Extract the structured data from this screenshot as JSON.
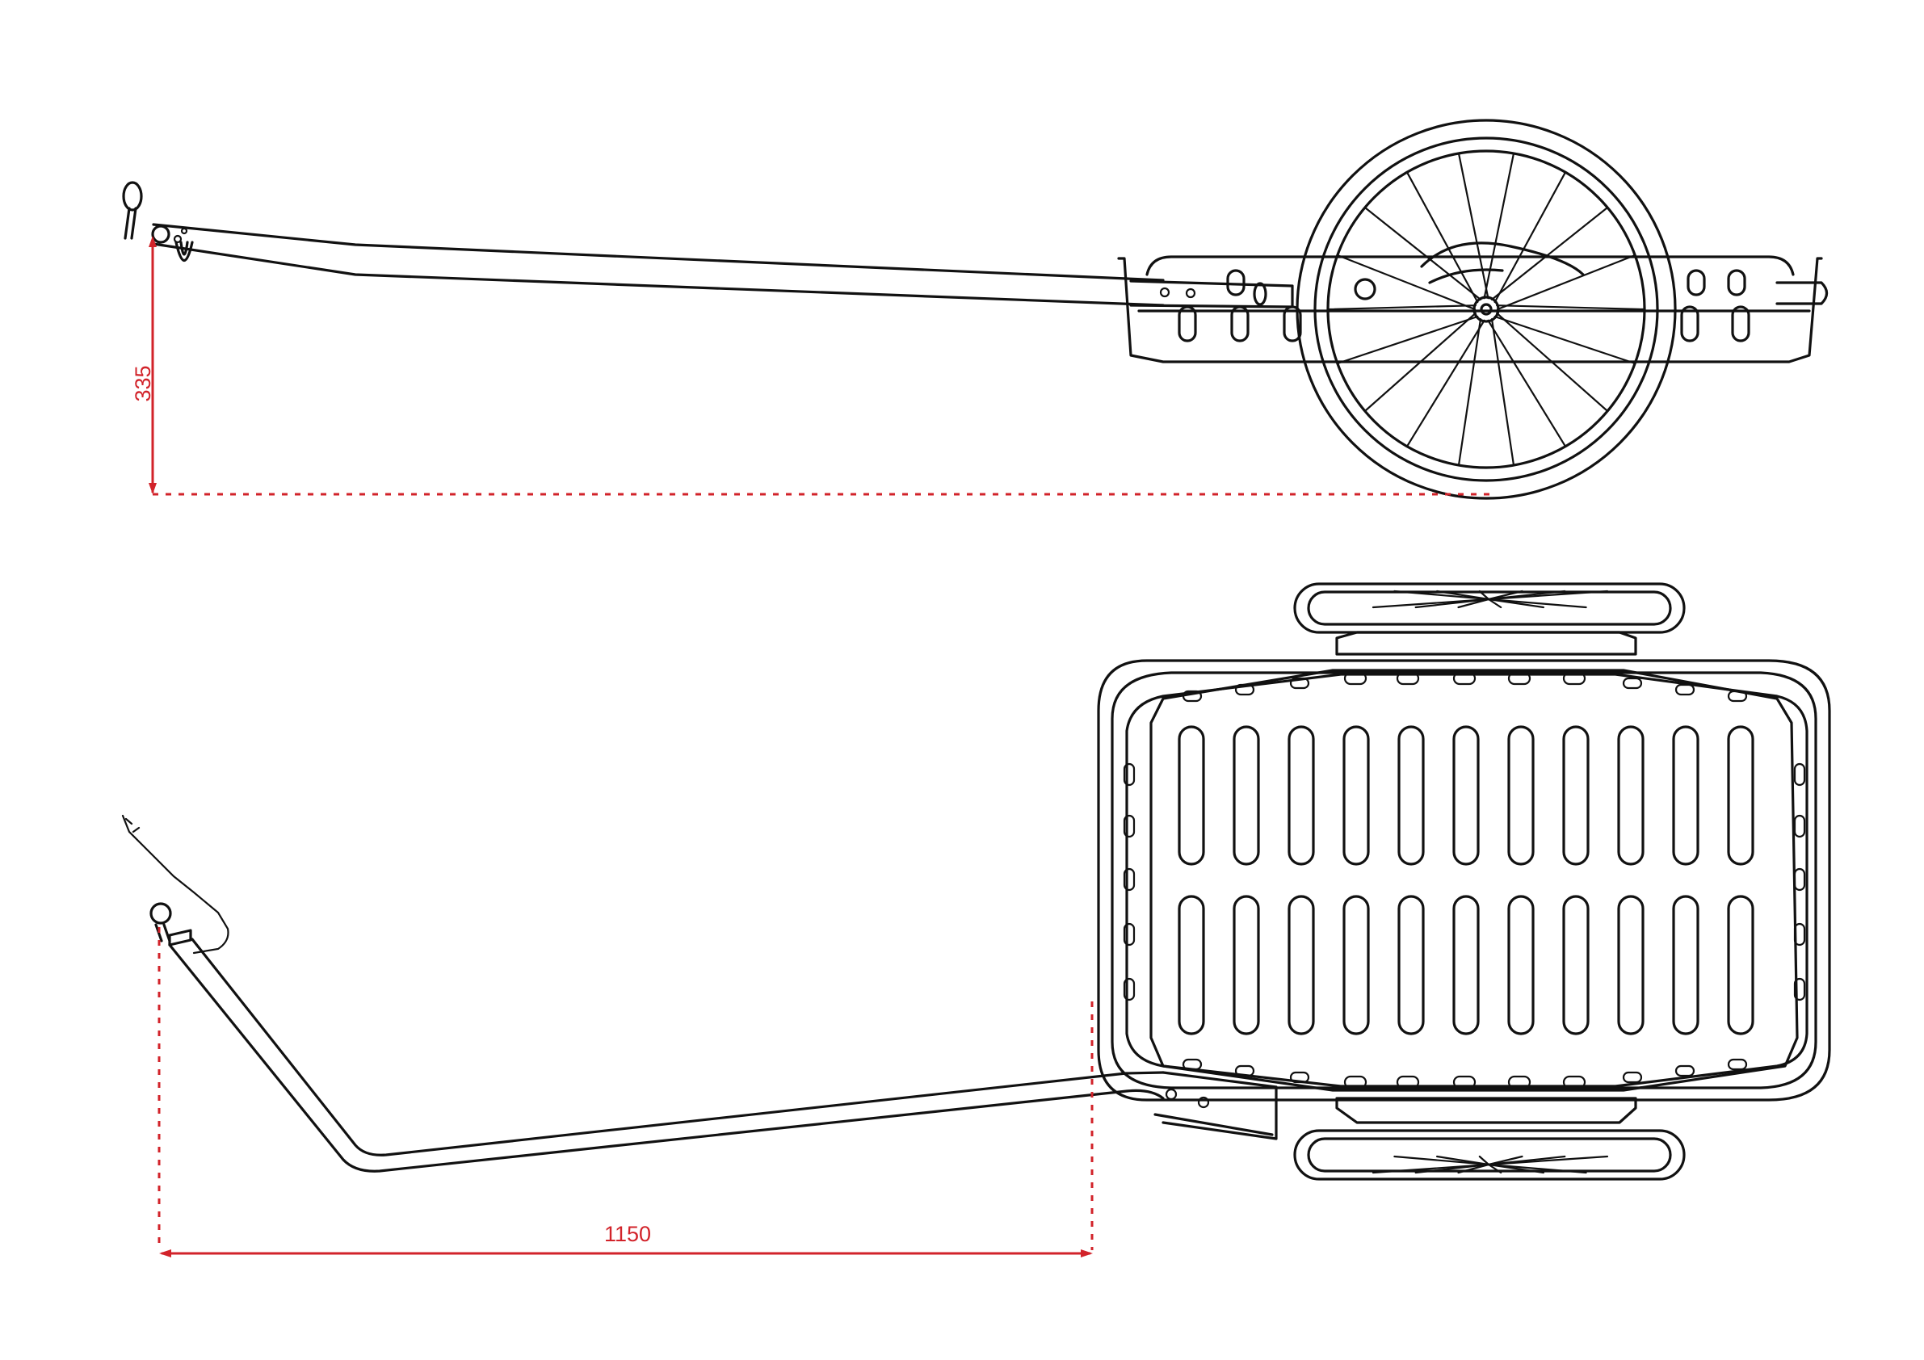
{
  "dimensions": {
    "height": {
      "value": "335",
      "color": "#d2232a"
    },
    "length": {
      "value": "1150",
      "color": "#d2232a"
    }
  },
  "line_color": "#111111",
  "background_color": "#ffffff",
  "views": [
    {
      "view": "side",
      "parts": [
        "hitch",
        "drawbar",
        "cargo-tray",
        "wheel"
      ]
    },
    {
      "view": "top",
      "parts": [
        "hitch",
        "drawbar",
        "cargo-tray",
        "wheel-left",
        "wheel-right"
      ]
    }
  ]
}
